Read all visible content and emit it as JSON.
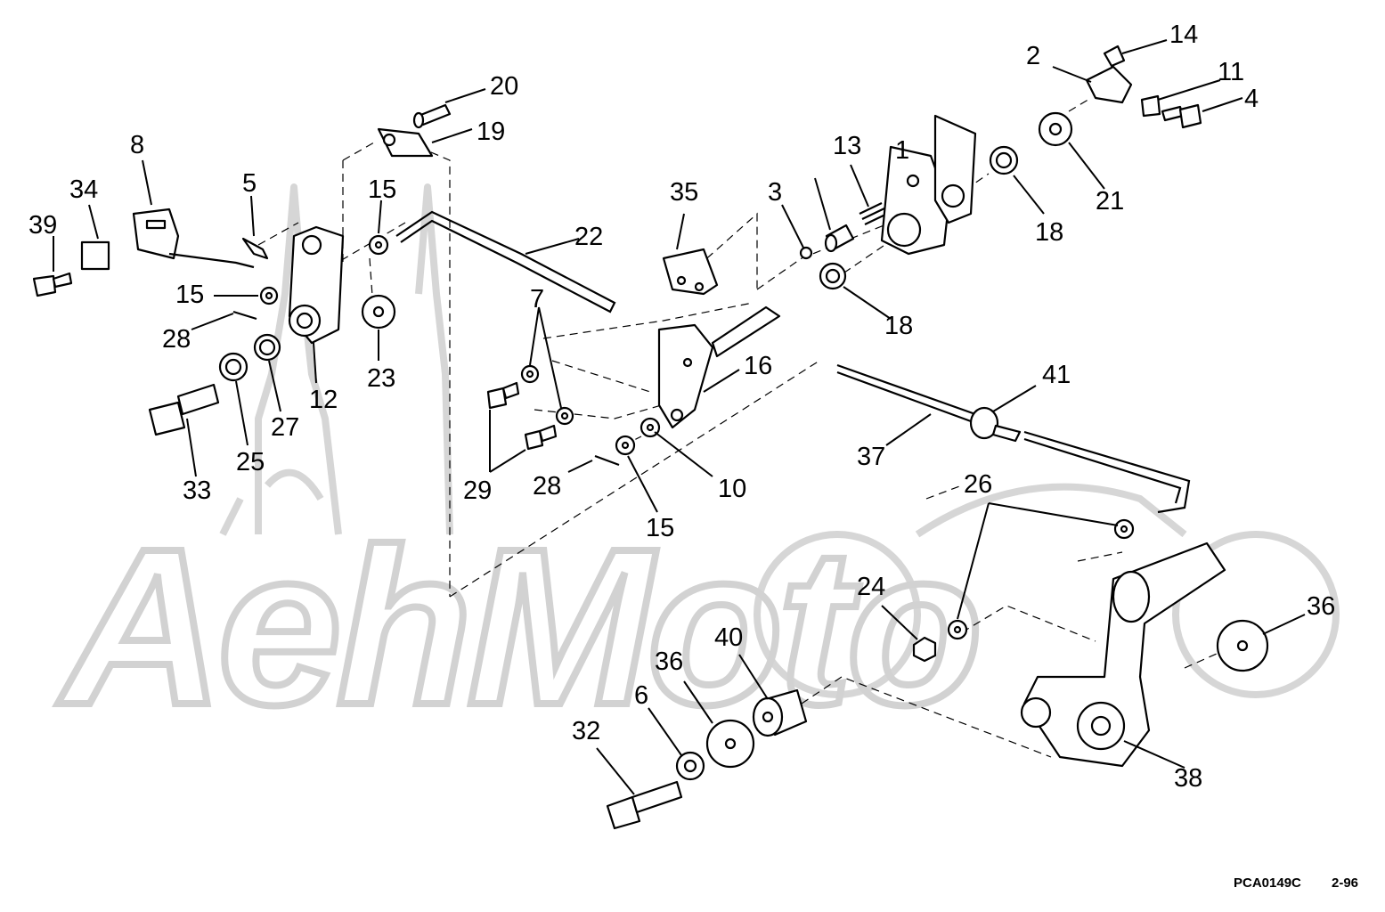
{
  "figure": {
    "footer_code": "PCA0149C",
    "footer_page": "2-96",
    "watermark_text": "AehMoto"
  },
  "callouts": [
    {
      "id": "c1",
      "label": "1"
    },
    {
      "id": "c2",
      "label": "2"
    },
    {
      "id": "c3",
      "label": "3"
    },
    {
      "id": "c4",
      "label": "4"
    },
    {
      "id": "c5",
      "label": "5"
    },
    {
      "id": "c6",
      "label": "6"
    },
    {
      "id": "c7",
      "label": "7"
    },
    {
      "id": "c8",
      "label": "8"
    },
    {
      "id": "c10",
      "label": "10"
    },
    {
      "id": "c11",
      "label": "11"
    },
    {
      "id": "c12",
      "label": "12"
    },
    {
      "id": "c13",
      "label": "13"
    },
    {
      "id": "c14",
      "label": "14"
    },
    {
      "id": "c15a",
      "label": "15"
    },
    {
      "id": "c15b",
      "label": "15"
    },
    {
      "id": "c15c",
      "label": "15"
    },
    {
      "id": "c16",
      "label": "16"
    },
    {
      "id": "c18a",
      "label": "18"
    },
    {
      "id": "c18b",
      "label": "18"
    },
    {
      "id": "c19",
      "label": "19"
    },
    {
      "id": "c20",
      "label": "20"
    },
    {
      "id": "c21",
      "label": "21"
    },
    {
      "id": "c22",
      "label": "22"
    },
    {
      "id": "c23",
      "label": "23"
    },
    {
      "id": "c24",
      "label": "24"
    },
    {
      "id": "c25",
      "label": "25"
    },
    {
      "id": "c26",
      "label": "26"
    },
    {
      "id": "c27",
      "label": "27"
    },
    {
      "id": "c28a",
      "label": "28"
    },
    {
      "id": "c28b",
      "label": "28"
    },
    {
      "id": "c29",
      "label": "29"
    },
    {
      "id": "c32",
      "label": "32"
    },
    {
      "id": "c33",
      "label": "33"
    },
    {
      "id": "c34",
      "label": "34"
    },
    {
      "id": "c35",
      "label": "35"
    },
    {
      "id": "c36a",
      "label": "36"
    },
    {
      "id": "c36b",
      "label": "36"
    },
    {
      "id": "c37",
      "label": "37"
    },
    {
      "id": "c38",
      "label": "38"
    },
    {
      "id": "c39",
      "label": "39"
    },
    {
      "id": "c40",
      "label": "40"
    },
    {
      "id": "c41",
      "label": "41"
    }
  ]
}
